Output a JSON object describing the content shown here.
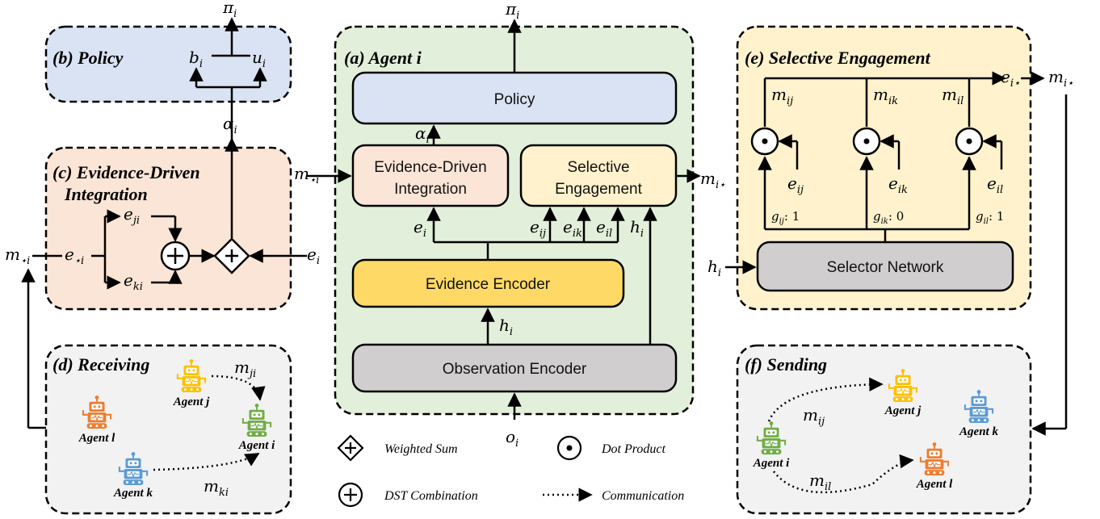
{
  "panels": {
    "policy": "(b) Policy",
    "agent": "(a) Agent i",
    "selective": "(e) Selective Engagement",
    "evidence_l1": "(c) Evidence-Driven",
    "evidence_l2": "Integration",
    "receiving": "(d) Receiving",
    "sending": "(f) Sending"
  },
  "blocks": {
    "policy": "Policy",
    "edi_l1": "Evidence-Driven",
    "edi_l2": "Integration",
    "se_l1": "Selective",
    "se_l2": "Engagement",
    "evidence_encoder": "Evidence Encoder",
    "observation_encoder": "Observation Encoder",
    "selector_network": "Selector Network"
  },
  "symbols": {
    "pi": "π",
    "alpha": "α",
    "b": "b",
    "u": "u",
    "m": "m",
    "e": "e",
    "h": "h",
    "o": "o",
    "g": "g",
    "sub_i": "i",
    "sub_star_i": "⋆i",
    "sub_i_star": "i⋆",
    "sub_ij": "ij",
    "sub_ik": "ik",
    "sub_il": "il",
    "sub_ji": "ji",
    "sub_ki": "ki",
    "gate_ij": ": 1",
    "gate_ik": ": 0",
    "gate_il": ": 1"
  },
  "agents": {
    "i": "Agent i",
    "j": "Agent j",
    "k": "Agent k",
    "l": "Agent l"
  },
  "legend": {
    "weighted_sum": "Weighted Sum",
    "dot_product": "Dot Product",
    "dst_combination": "DST Combination",
    "communication": "Communication"
  },
  "colors": {
    "policy_fill": "#dae3f3",
    "agent_panel_fill": "#e2efda",
    "evidence_panel_fill": "#fbe5d6",
    "selective_panel_fill": "#fff2cc",
    "gray_panel_fill": "#f2f2f2",
    "evidence_encoder_fill": "#ffd966",
    "gray_block_fill": "#d0cece",
    "robot_orange": "#ed7d31",
    "robot_yellow": "#ffc000",
    "robot_green": "#70ad47",
    "robot_blue": "#5b9bd5"
  }
}
